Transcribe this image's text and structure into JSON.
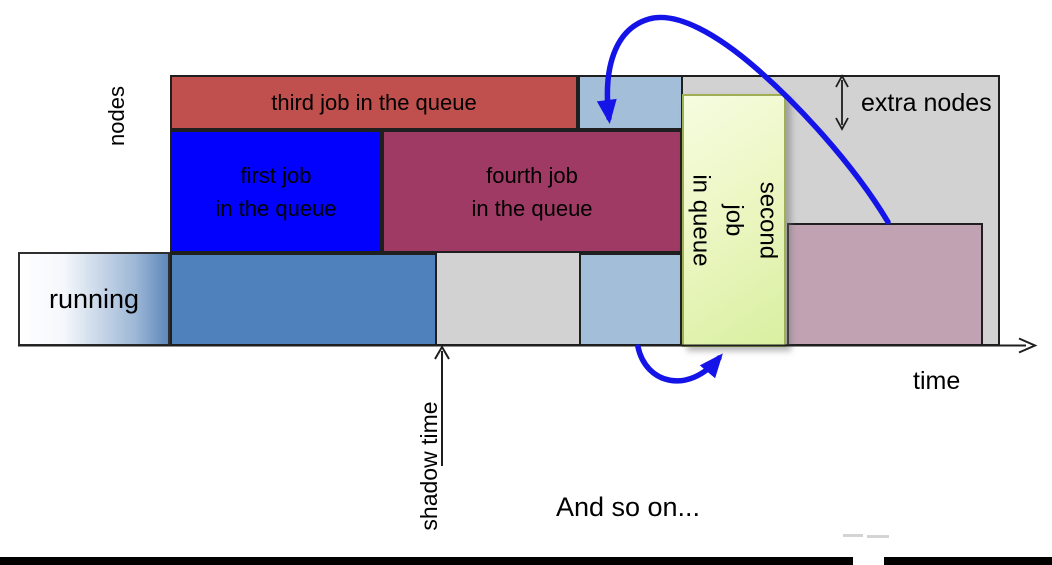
{
  "diagram": {
    "axes": {
      "y_label": "nodes",
      "x_label": "time",
      "shadow_time_label": "shadow time"
    },
    "jobs": {
      "running": "running",
      "first": "first job\nin the queue",
      "second": "second job\nin queue",
      "third": "third job in the queue",
      "fourth": "fourth job\nin the queue"
    },
    "annotations": {
      "extra_nodes": "extra nodes",
      "and_so_on": "And so on..."
    },
    "colors": {
      "third_job_red": "#c0504d",
      "first_job_blue": "#0101fd",
      "fourth_job_maroon": "#9e3a63",
      "second_job_green": "#e4f4b1",
      "running_steel_blue": "#4f81bd",
      "backfill_light_blue": "#a3bed9",
      "reservation_pink": "#c1a2b2",
      "idle_gray": "#d2d2d2",
      "arrow_blue": "#1414e8"
    }
  }
}
